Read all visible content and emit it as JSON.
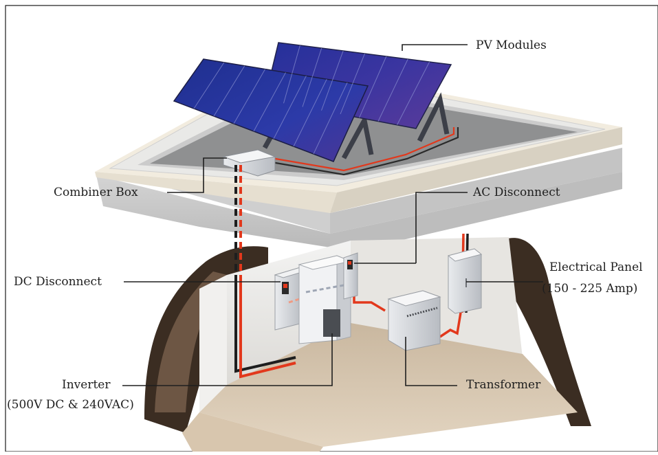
{
  "labels": {
    "pv_modules": "PV Modules",
    "combiner_box": "Combiner Box",
    "ac_disconnect": "AC Disconnect",
    "dc_disconnect": "DC Disconnect",
    "electrical_panel": "Electrical Panel",
    "electrical_panel_rating": "(150 - 225 Amp)",
    "inverter": "Inverter",
    "inverter_rating": "(500V DC & 240VAC)",
    "transformer": "Transformer"
  },
  "colors": {
    "panel_blue": "#2b3aa0",
    "panel_purple": "#4a2f8c",
    "ac_wire": "#e2381c",
    "dc_wire": "#2a2a2a",
    "floor": "#dccbb4",
    "wall": "#efeeec",
    "rock": "#3a2c22"
  }
}
